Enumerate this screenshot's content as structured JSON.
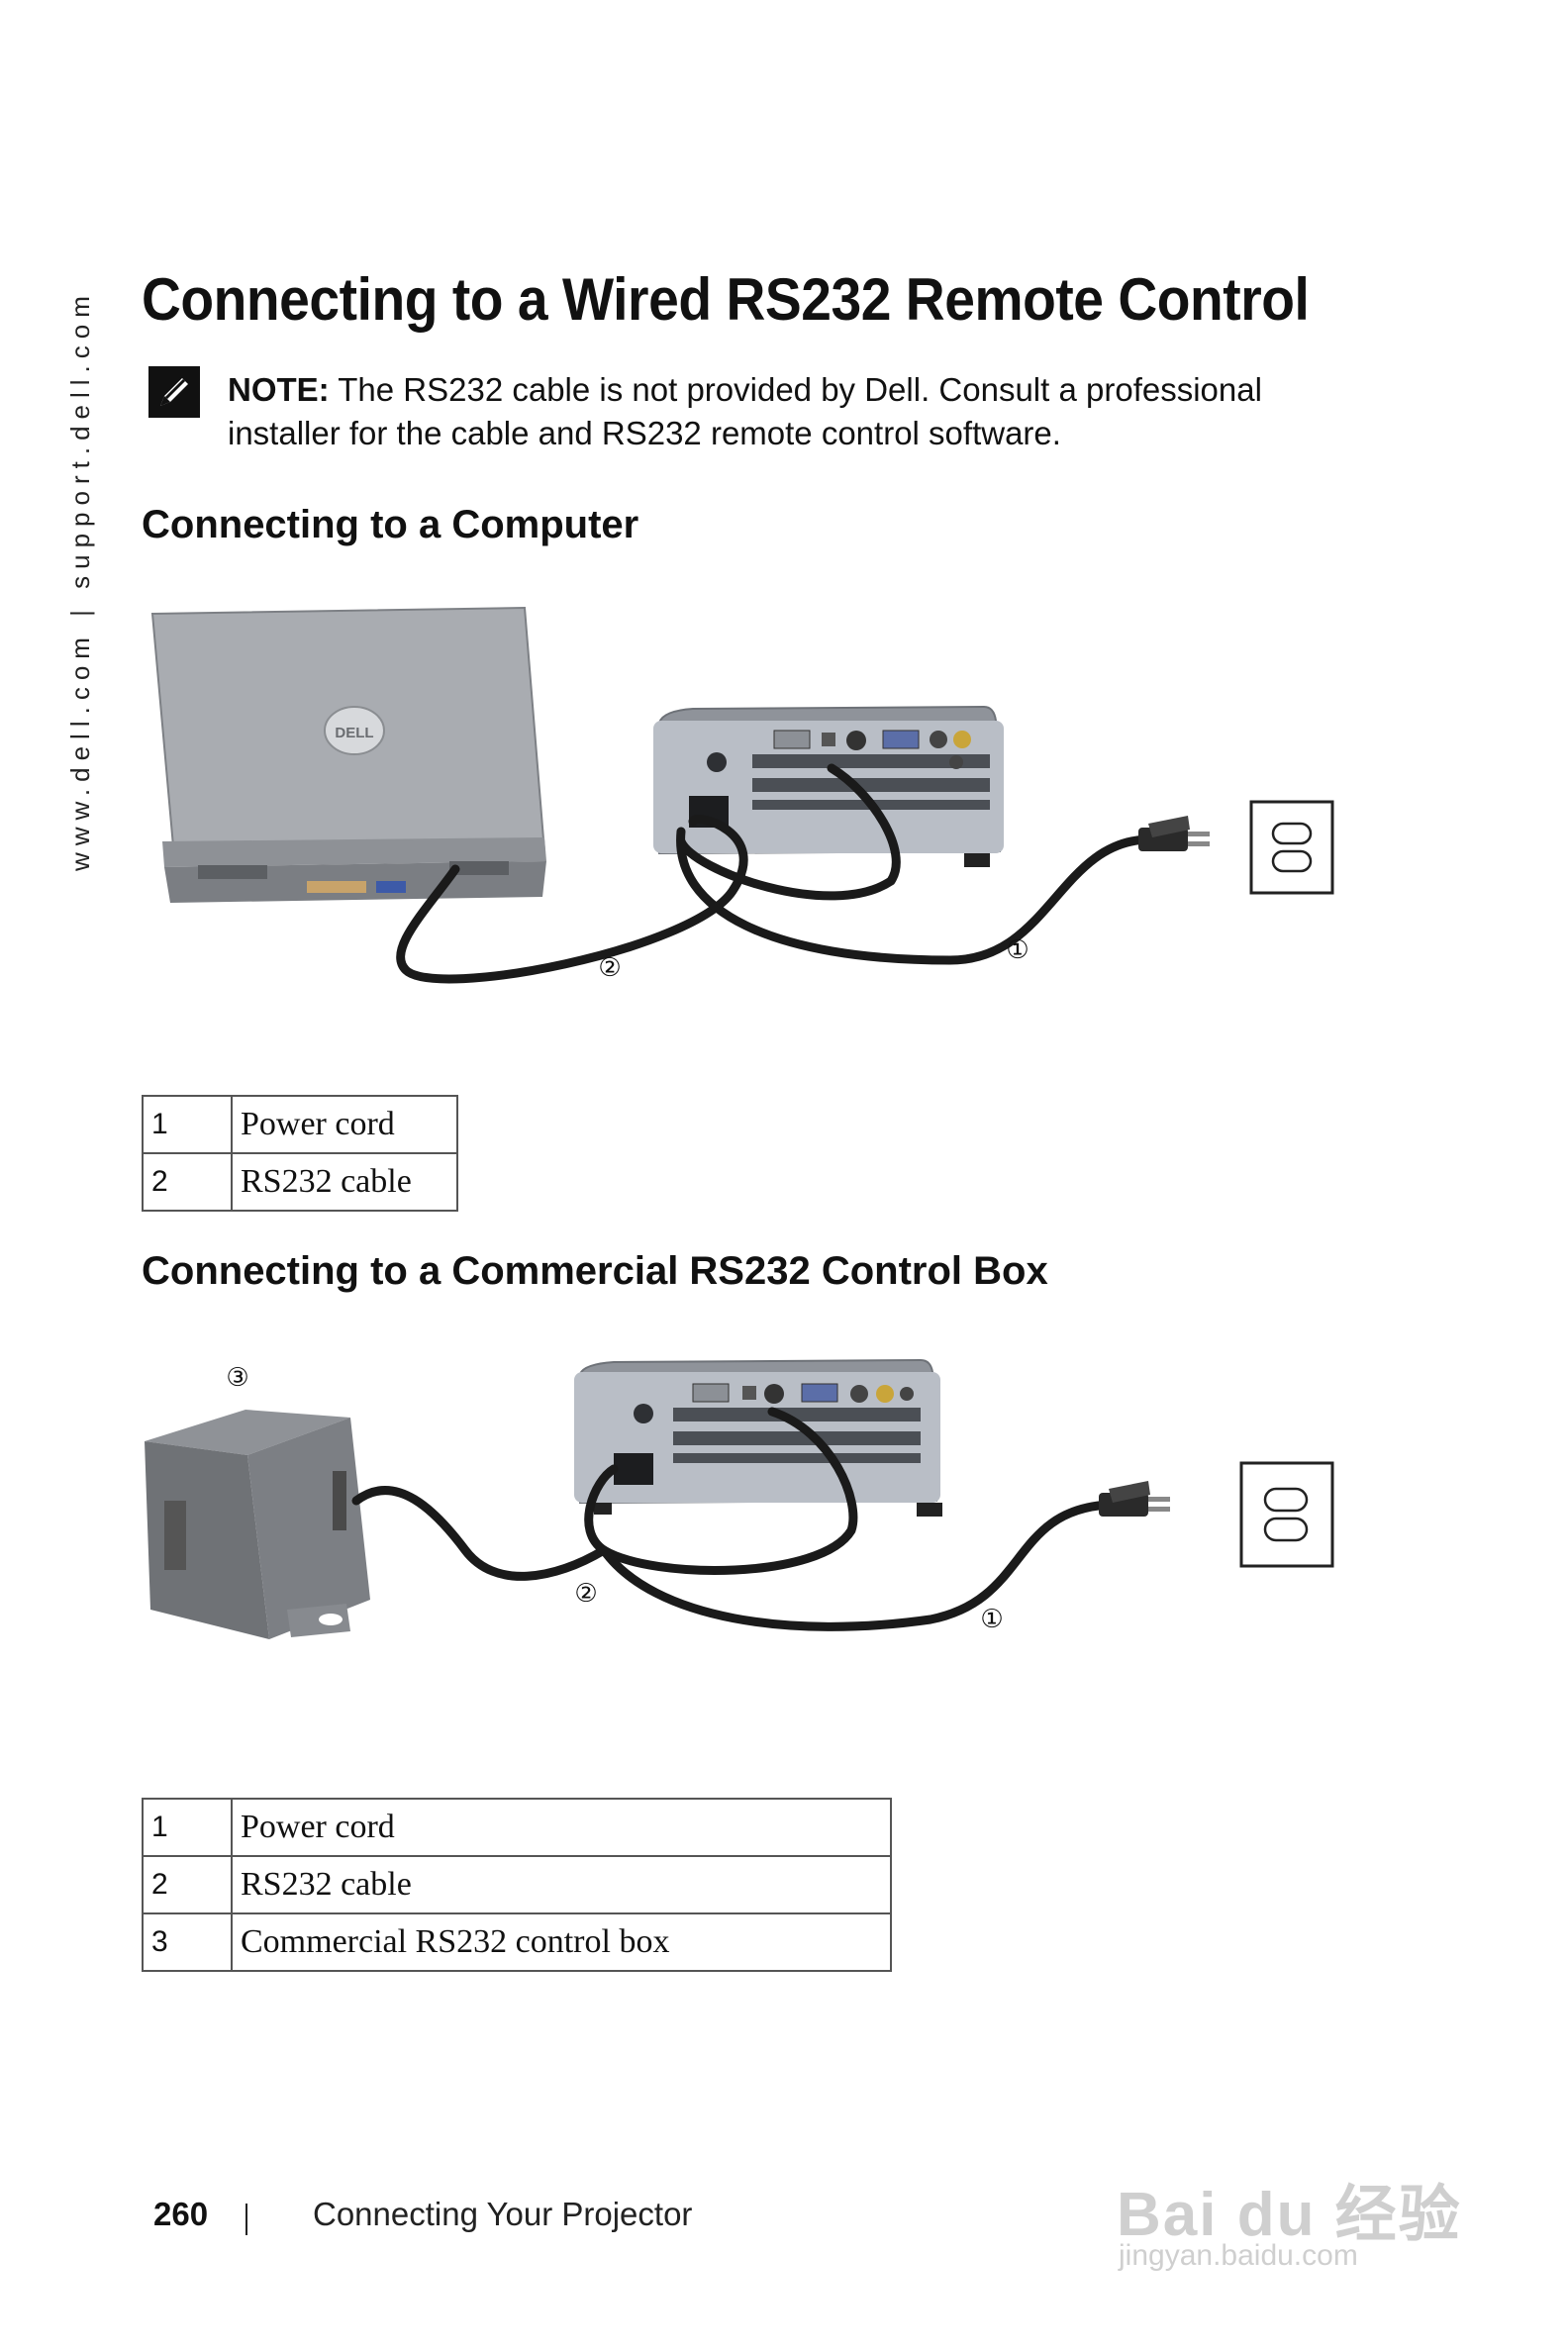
{
  "side_text": "www.dell.com | support.dell.com",
  "title": "Connecting to a Wired RS232 Remote Control",
  "note": {
    "label": "NOTE:",
    "text": "The RS232 cable is not provided by Dell. Consult a professional installer for the cable and RS232 remote control software."
  },
  "sections": [
    {
      "heading": "Connecting to a Computer",
      "callouts": [
        "①",
        "②"
      ],
      "legend": [
        {
          "num": "1",
          "label": "Power cord"
        },
        {
          "num": "2",
          "label": "RS232 cable"
        }
      ]
    },
    {
      "heading": "Connecting to a Commercial RS232 Control Box",
      "callouts": [
        "①",
        "②",
        "③"
      ],
      "legend": [
        {
          "num": "1",
          "label": "Power cord"
        },
        {
          "num": "2",
          "label": "RS232 cable"
        },
        {
          "num": "3",
          "label": "Commercial RS232 control box"
        }
      ]
    }
  ],
  "laptop_logo": "DELL",
  "footer": {
    "page": "260",
    "title": "Connecting Your Projector"
  },
  "watermark": {
    "brand": "Bai du 经验",
    "url": "jingyan.baidu.com"
  },
  "icons": [
    "note-pencil-icon",
    "wall-outlet-icon",
    "power-plug-icon"
  ]
}
